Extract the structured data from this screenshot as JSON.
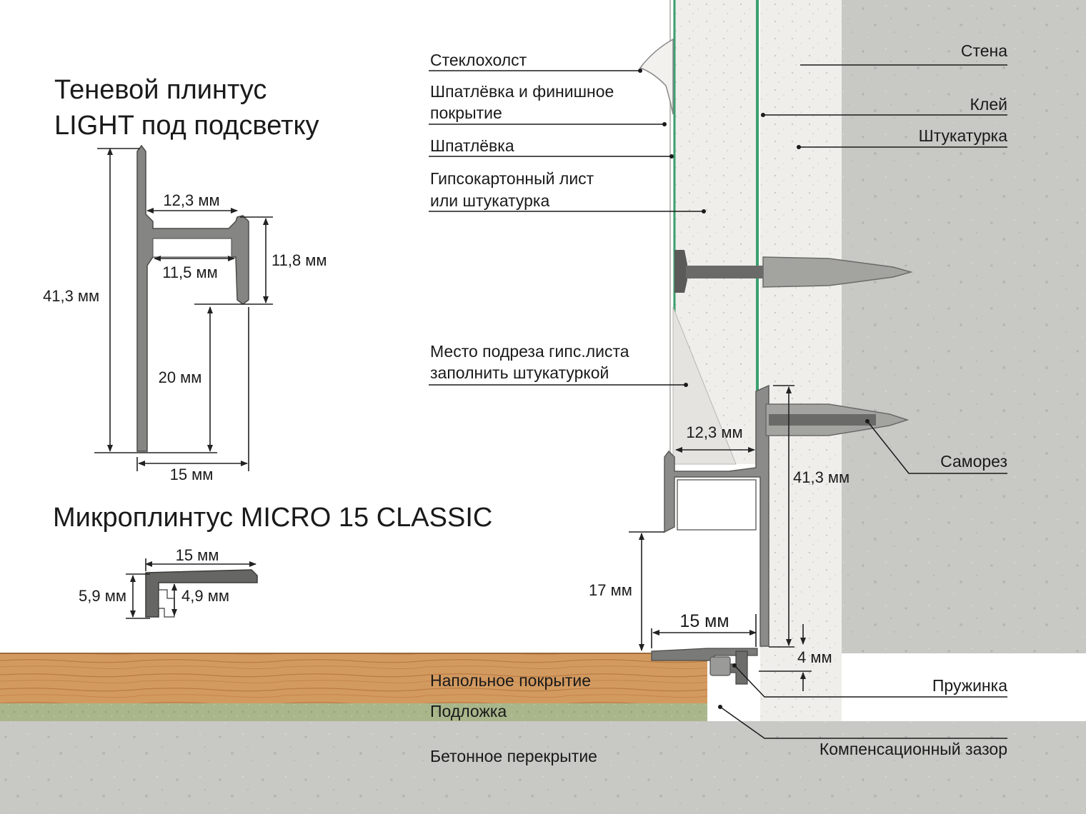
{
  "titles": {
    "light_line1": "Теневой плинтус",
    "light_line2": "LIGHT под подсветку",
    "micro": "Микроплинтус MICRO 15 CLASSIC"
  },
  "light_profile_dims": {
    "top_inner": "12,3 мм",
    "channel_inner": "11,5 мм",
    "channel_height": "11,8 мм",
    "total_height": "41,3 мм",
    "lower_height": "20 мм",
    "depth": "15 мм"
  },
  "micro_profile_dims": {
    "width": "15 мм",
    "height_outer": "5,9 мм",
    "height_inner": "4,9 мм"
  },
  "section_dims": {
    "gap_width": "12,3 мм",
    "profile_height": "41,3 мм",
    "offset_height": "17 мм",
    "micro_width": "15 мм",
    "spring_gap": "4 мм"
  },
  "layers_left": {
    "fiberglass": "Стеклохолст",
    "putty_finish_1": "Шпатлёвка и финишное",
    "putty_finish_2": "покрытие",
    "putty": "Шпатлёвка",
    "drywall_1": "Гипсокартонный лист",
    "drywall_2": "или штукатурка",
    "cut_1": "Место подреза гипс.листа",
    "cut_2": "заполнить штукатуркой"
  },
  "layers_right": {
    "wall": "Стена",
    "glue": "Клей",
    "plaster": "Штукатурка",
    "screw": "Саморез",
    "spring": "Пружинка",
    "expansion_gap": "Компенсационный зазор"
  },
  "floor": {
    "covering": "Напольное покрытие",
    "underlay": "Подложка",
    "slab": "Бетонное перекрытие"
  },
  "colors": {
    "concrete": "#c9c9c5",
    "plaster": "#ecebe7",
    "wood": "#d2965c",
    "underlay": "#a7b489",
    "aluminium": "#8b8b89",
    "glue_line": "#3aa070"
  }
}
